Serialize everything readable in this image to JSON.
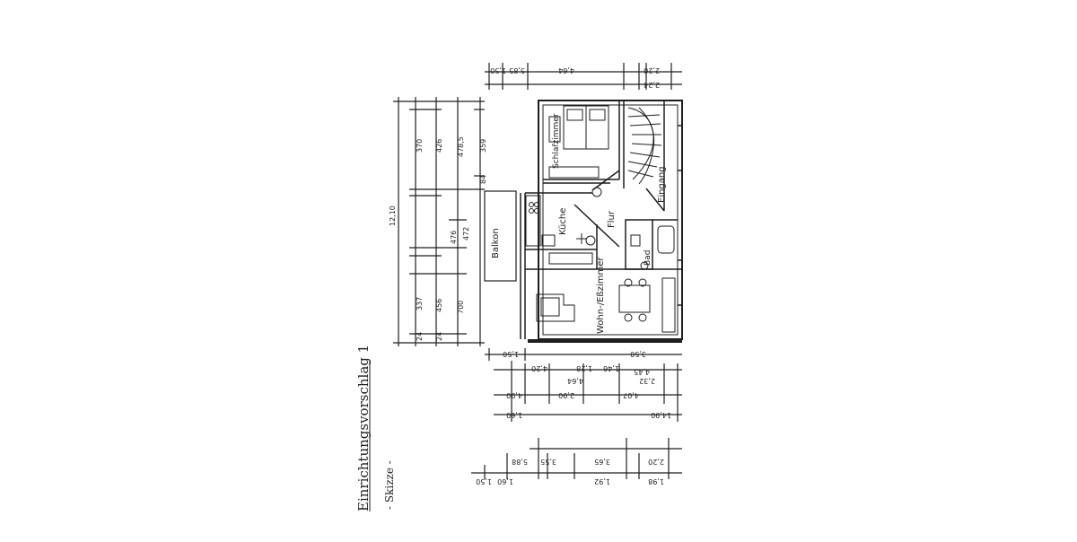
{
  "drawing": {
    "title": "Einrichtungsvorschlag 1",
    "subtitle": "- Skizze -",
    "ink_color": "#1e1e1e",
    "paper_color": "#ffffff"
  },
  "rooms": {
    "schlafzimmer": "Schlafzimmer",
    "kueche": "Küche",
    "flur": "Flur",
    "eingang": "Eingang",
    "bad": "Bad",
    "wohn_esszimmer": "Wohn-/Eßzimmer",
    "balkon": "Balkon"
  },
  "dims_left": {
    "total": "12,10",
    "a": "370",
    "b": "426",
    "c": "478,5",
    "d": "359",
    "e": "472",
    "f": "456",
    "g": "476",
    "h": "337",
    "i": "700",
    "j": "24",
    "k": "24",
    "l": "84"
  },
  "dims_top": {
    "a": "1,50",
    "b": "5,85",
    "c": "4,64",
    "d": "2,20",
    "e": "2,24"
  },
  "dims_bottom_1": {
    "a": "1,50",
    "b": "4,20",
    "c": "1,46",
    "d": "1,28",
    "e": "3,50"
  },
  "dims_bottom_2": {
    "a": "4,64",
    "b": "2,32",
    "c": "4,45",
    "d": "2,90",
    "e": "4,07"
  },
  "dims_bottom_3": {
    "a": "14,90",
    "b": "4,90",
    "c": "1,60"
  },
  "dims_bottom_4": {
    "a": "5,88",
    "b": "3,55",
    "c": "2,20",
    "d": "3,65",
    "e": "1,60",
    "f": "1,92",
    "g": "1,98",
    "h": "1,50"
  }
}
